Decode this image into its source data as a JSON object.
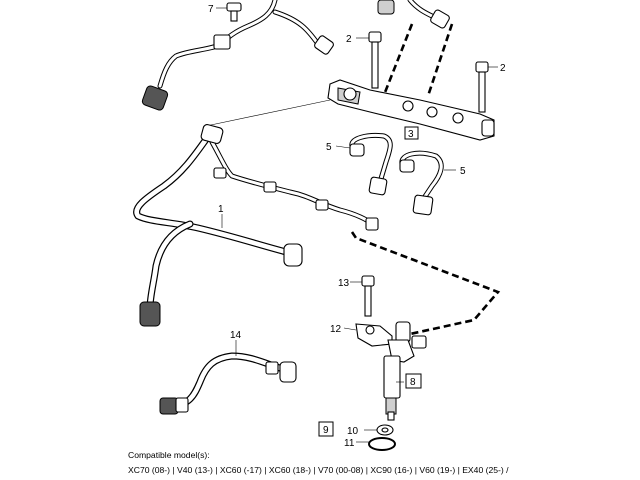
{
  "callouts": {
    "c1": "1",
    "c2a": "2",
    "c2b": "2",
    "c3": "3",
    "c5a": "5",
    "c5b": "5",
    "c7": "7",
    "c8": "8",
    "c9": "9",
    "c10": "10",
    "c11": "11",
    "c12": "12",
    "c13": "13",
    "c14": "14"
  },
  "footer": {
    "compatible_label": "Compatible model(s):",
    "models": "XC70 (08-) | V40 (13-) | XC60 (-17) | XC60 (18-) | V70 (00-08) | XC90 (16-) | V60 (19-) | EX40 (25-) /"
  }
}
